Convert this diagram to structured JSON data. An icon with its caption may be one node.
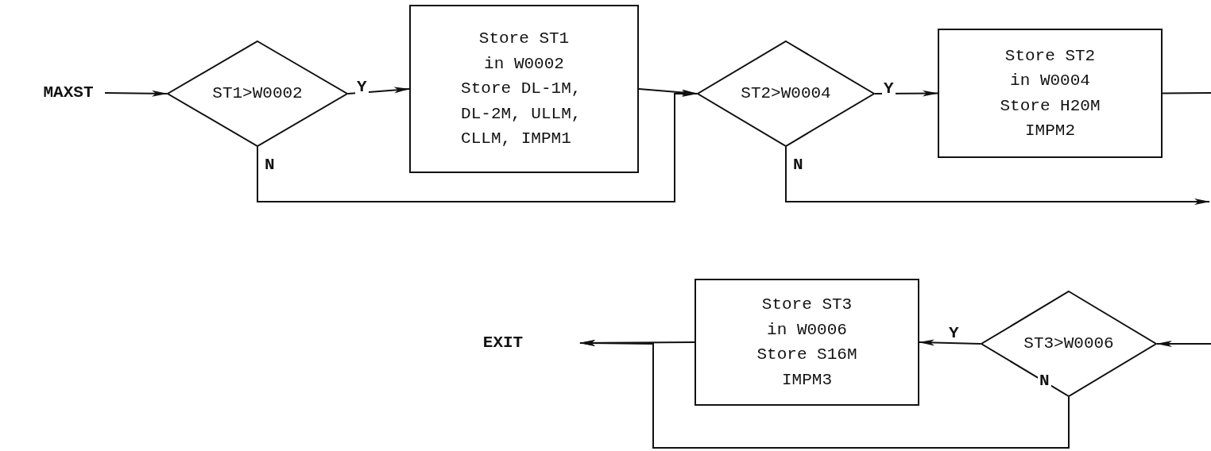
{
  "diagram": {
    "nodes": [
      {
        "text": [
          "MAXST"
        ]
      },
      {
        "text": [
          "ST1>W0002"
        ]
      },
      {
        "text": [
          "Store ST1 in W0002",
          "Store DL-1M, DL-2M, ULLM, CLLM, IMPM1"
        ]
      },
      {
        "text": [
          "ST2>W0004"
        ]
      },
      {
        "text": [
          "Store ST2 in W0004",
          "Store H20M IMPM2"
        ]
      },
      {
        "text": [
          "ST3>W0006"
        ]
      },
      {
        "text": [
          "Store ST3 in W0006",
          "Store S16M IMPM3"
        ]
      },
      {
        "text": [
          "EXIT"
        ]
      }
    ],
    "edges": [
      {
        "from": 0,
        "to": 1,
        "arrow": "to"
      },
      {
        "from": 1,
        "to": 2,
        "arrow": "to",
        "label": "Y"
      },
      {
        "from": 2,
        "to": 3,
        "arrow": "to"
      },
      {
        "from": 1,
        "to": 3,
        "arrow": "to",
        "label": "N"
      },
      {
        "from": 3,
        "to": 4,
        "arrow": "to",
        "label": "Y"
      },
      {
        "from": 3,
        "to": null,
        "arrow": "to",
        "label": "N"
      },
      {
        "from": 4,
        "to": null,
        "arrow": "none"
      },
      {
        "from": null,
        "to": 5,
        "arrow": "to"
      },
      {
        "from": 5,
        "to": 6,
        "arrow": "to",
        "label": "Y"
      },
      {
        "from": 6,
        "to": 7,
        "arrow": "to"
      },
      {
        "from": 5,
        "to": 7,
        "arrow": "to",
        "label": "N"
      }
    ]
  }
}
